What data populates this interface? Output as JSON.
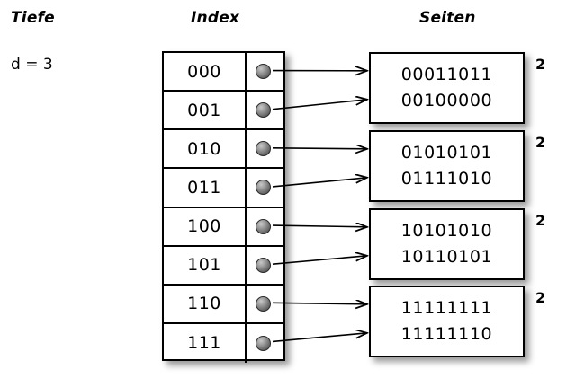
{
  "headers": {
    "depth": "Tiefe",
    "index": "Index",
    "pages": "Seiten"
  },
  "depth": {
    "label": "d = 3"
  },
  "index_table": {
    "rows": [
      {
        "key": "000",
        "pointer_icon": "pointer-dot",
        "target_page": 0
      },
      {
        "key": "001",
        "pointer_icon": "pointer-dot",
        "target_page": 0
      },
      {
        "key": "010",
        "pointer_icon": "pointer-dot",
        "target_page": 1
      },
      {
        "key": "011",
        "pointer_icon": "pointer-dot",
        "target_page": 1
      },
      {
        "key": "100",
        "pointer_icon": "pointer-dot",
        "target_page": 2
      },
      {
        "key": "101",
        "pointer_icon": "pointer-dot",
        "target_page": 2
      },
      {
        "key": "110",
        "pointer_icon": "pointer-dot",
        "target_page": 3
      },
      {
        "key": "111",
        "pointer_icon": "pointer-dot",
        "target_page": 3
      }
    ]
  },
  "pages": [
    {
      "lines": [
        "00011011",
        "00100000"
      ],
      "count": "2"
    },
    {
      "lines": [
        "01010101",
        "01111010"
      ],
      "count": "2"
    },
    {
      "lines": [
        "10101010",
        "10110101"
      ],
      "count": "2"
    },
    {
      "lines": [
        "11111111",
        "11111110"
      ],
      "count": "2"
    }
  ],
  "colors": {
    "background": "#ffffff",
    "stroke": "#000000",
    "dot_fill": "#8e8e8e",
    "shadow": "rgba(0,0,0,0.40)"
  }
}
